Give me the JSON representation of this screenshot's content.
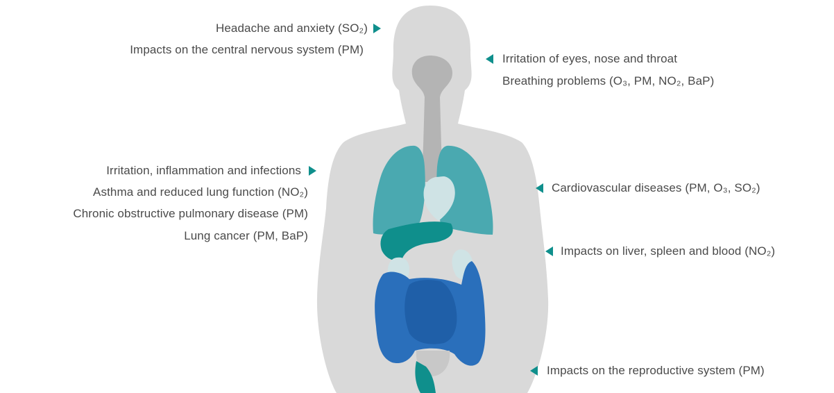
{
  "colors": {
    "body": "#d9d9d9",
    "airway": "#b4b4b4",
    "lungs": "#4aa9b0",
    "heart": "#cfe3e5",
    "liver": "#0f8f8c",
    "intestine": "#2a6fbb",
    "bladder": "#c8c8c8",
    "arrow": "#0f8f8c",
    "text": "#4a4a4a"
  },
  "left_labels": {
    "head_1": "Headache and anxiety (SO₂)",
    "head_2": "Impacts on the central nervous system (PM)",
    "lung_1": "Irritation, inflammation and infections",
    "lung_2": "Asthma and reduced lung function (NO₂)",
    "lung_3": "Chronic obstructive pulmonary disease (PM)",
    "lung_4": "Lung cancer (PM, BaP)"
  },
  "right_labels": {
    "eyes_1": "Irritation of eyes, nose and throat",
    "eyes_2": "Breathing problems (O₃, PM, NO₂, BaP)",
    "cardio": "Cardiovascular diseases (PM, O₃, SO₂)",
    "liver": "Impacts on liver, spleen and blood (NO₂)",
    "repro": "Impacts on the reproductive system (PM)"
  },
  "icons": {
    "arrow_right": "triangle-right-icon",
    "arrow_left": "triangle-left-icon"
  }
}
